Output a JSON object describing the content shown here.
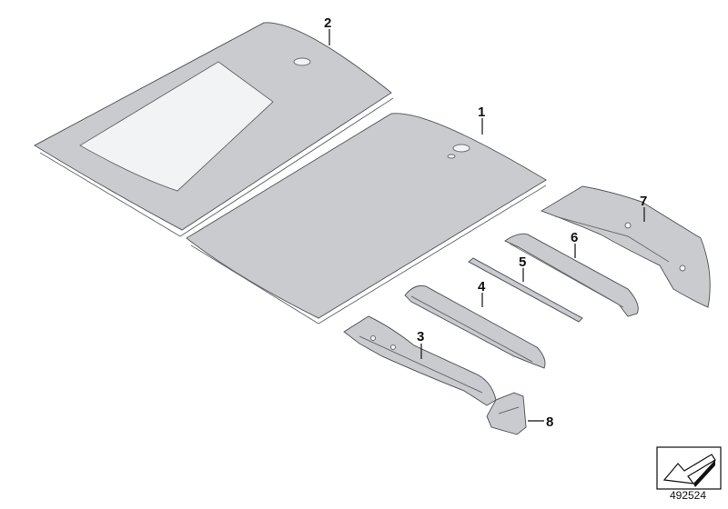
{
  "diagram": {
    "callouts": [
      {
        "id": "roof-panel",
        "label": "1"
      },
      {
        "id": "sunroof-roof-panel",
        "label": "2"
      },
      {
        "id": "front-roof-frame",
        "label": "3"
      },
      {
        "id": "roof-bow-1",
        "label": "4"
      },
      {
        "id": "roof-bow-2",
        "label": "5"
      },
      {
        "id": "roof-bow-3",
        "label": "6"
      },
      {
        "id": "rear-roof-frame",
        "label": "7"
      },
      {
        "id": "corner-bracket",
        "label": "8"
      }
    ],
    "diagram_number": "492524",
    "colors": {
      "part": "#c9cbce",
      "part_outline": "#5a5c60",
      "line": "#111111"
    }
  }
}
